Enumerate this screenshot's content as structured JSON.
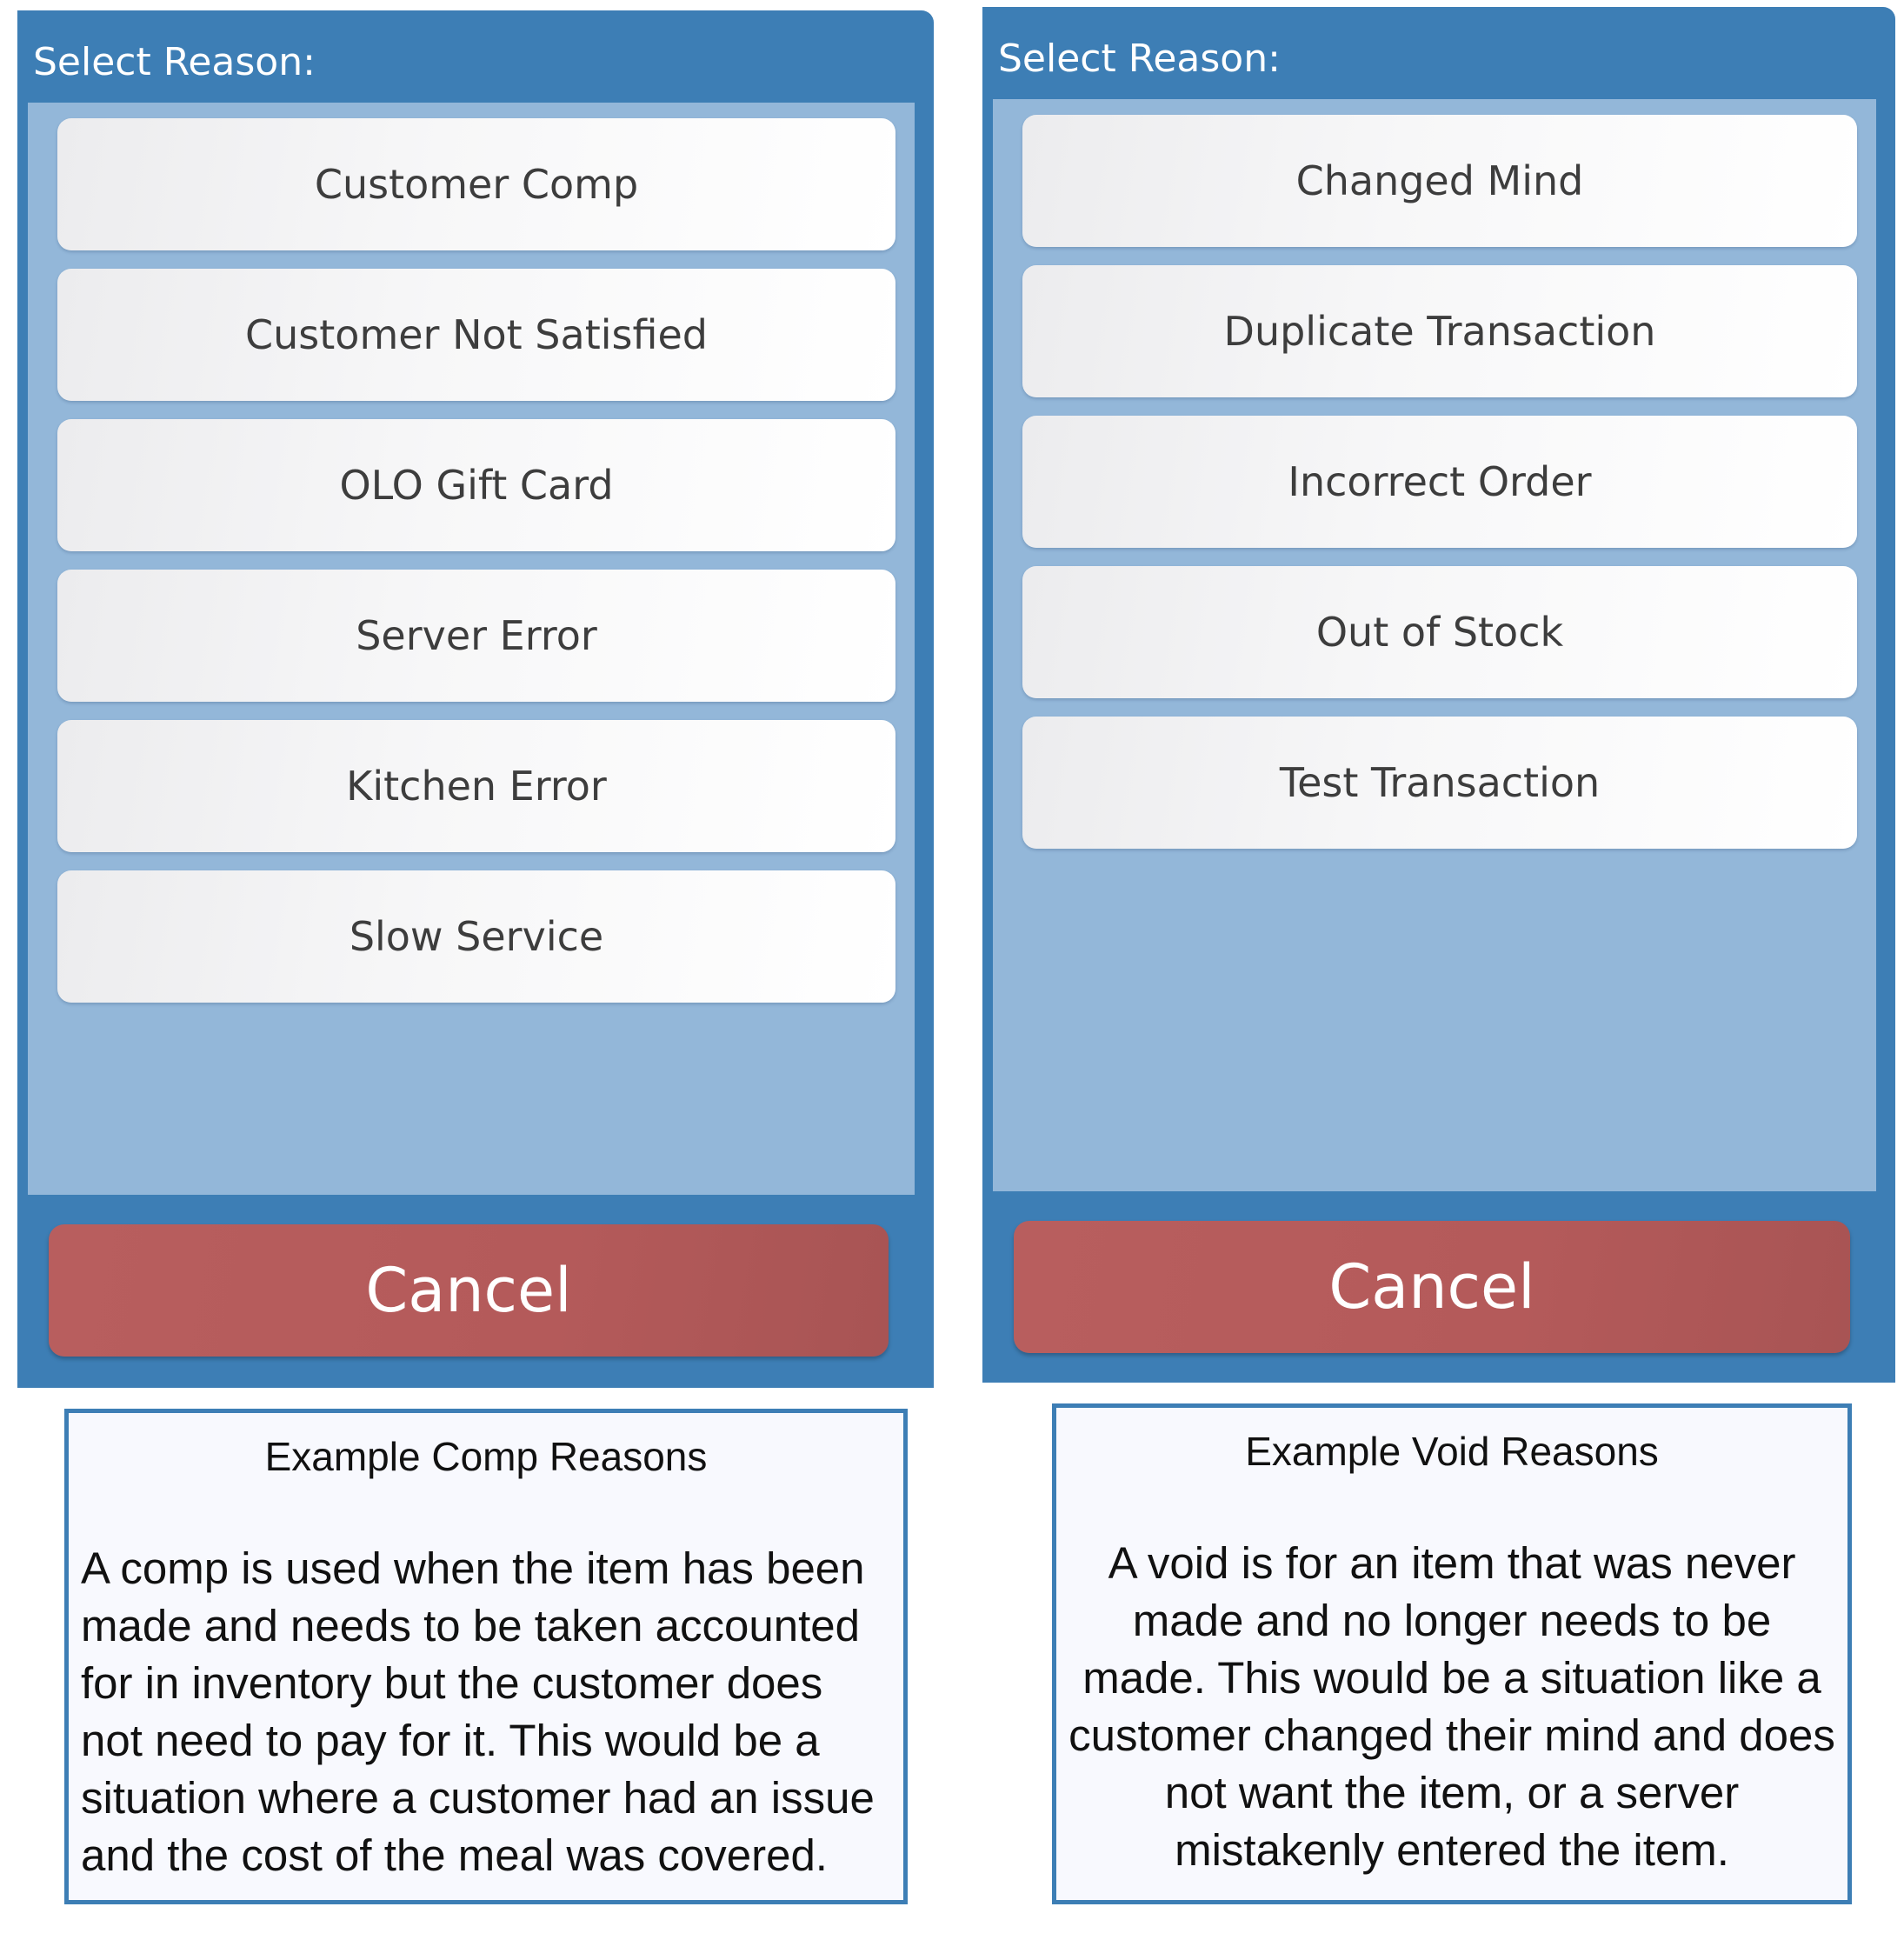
{
  "comp_dialog": {
    "title": "Select Reason:",
    "reasons": [
      "Customer Comp",
      "Customer Not Satisfied",
      "OLO Gift Card",
      "Server Error",
      "Kitchen Error",
      "Slow Service"
    ],
    "cancel_label": "Cancel"
  },
  "void_dialog": {
    "title": "Select Reason:",
    "reasons": [
      "Changed Mind",
      "Duplicate Transaction",
      "Incorrect Order",
      "Out of Stock",
      "Test Transaction"
    ],
    "cancel_label": "Cancel"
  },
  "comp_note": {
    "title": "Example Comp Reasons",
    "body": "A comp is used when the item has been made and needs to be taken accounted for in inventory but the customer does not need to pay for it.  This would be a situation where a customer had an issue and the cost of the meal was covered."
  },
  "void_note": {
    "title": "Example Void Reasons",
    "body": "A void is for an item that was never made and no longer needs to be made. This would be a situation like a customer changed their mind and does not want the item, or a server mistakenly entered the item."
  },
  "colors": {
    "dialog_blue": "#3d7eb5",
    "list_background": "#93b7d9",
    "cancel_red": "#b45a5a",
    "note_border": "#3d7eb5"
  }
}
